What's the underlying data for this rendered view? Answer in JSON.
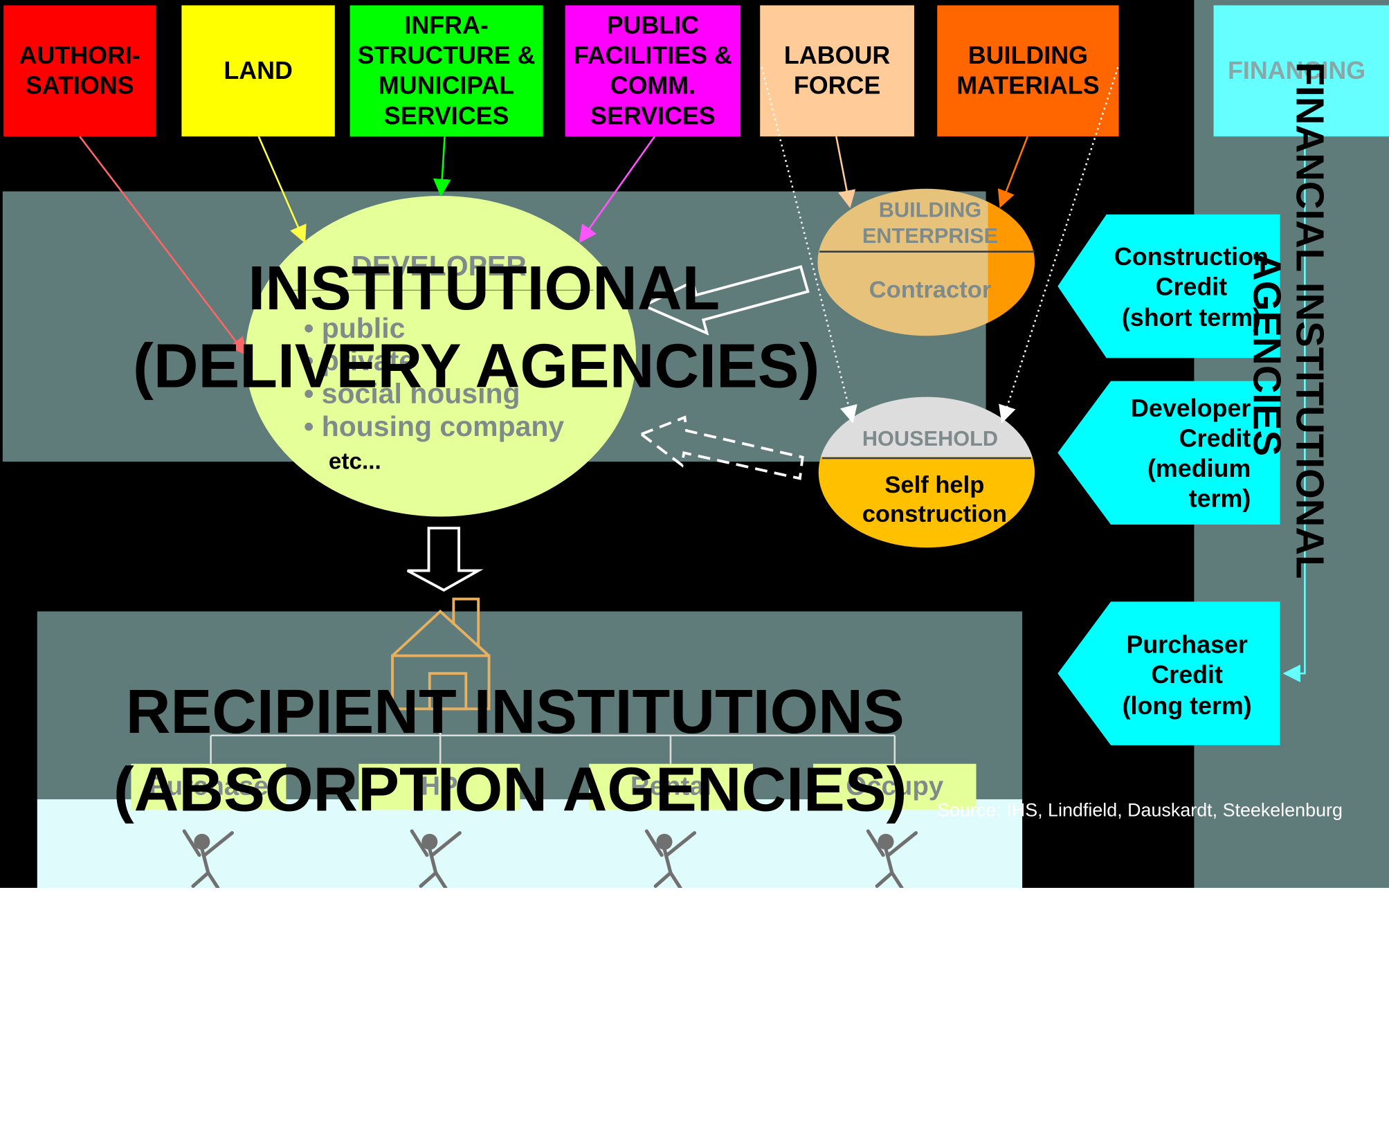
{
  "top_boxes": {
    "authorisations": "AUTHORI-\nSATIONS",
    "land": "LAND",
    "infrastructure": "INFRA-\nSTRUCTURE &\nMUNICIPAL\nSERVICES",
    "public_facilities": "PUBLIC\nFACILITIES &\nCOMM.\nSERVICES",
    "labour_force": "LABOUR\nFORCE",
    "building_materials": "BUILDING\nMATERIALS",
    "financing": "FINANCING"
  },
  "institutional": {
    "title_line1": "INSTITUTIONAL",
    "title_line2": "(DELIVERY AGENCIES)"
  },
  "developer": {
    "title": "DEVELOPER",
    "items": [
      "• public",
      "• private",
      "• social housing",
      "• housing company",
      "etc..."
    ]
  },
  "building_enterprise": {
    "title": "BUILDING\nENTERPRISE",
    "sub": "Contractor"
  },
  "household": {
    "title": "HOUSEHOLD",
    "sub": "Self help\nconstruction"
  },
  "credits": {
    "construction": "Construction\nCredit\n(short term)",
    "developer": "Developer\nCredit\n(medium\nterm)",
    "purchaser": "Purchaser\nCredit\n(long term)"
  },
  "financial_agencies": {
    "line1": "FINANCIAL INSTITUTIONAL",
    "line2": "AGENCIES"
  },
  "recipient": {
    "title_line1": "RECIPIENT INSTITUTIONS",
    "title_line2": "(ABSORPTION AGENCIES)",
    "tenures": [
      "Purchase",
      "HP",
      "Rental",
      "Occupy"
    ]
  },
  "source": "Source: IHS, Lindfield, Dauskardt, Steekelenburg",
  "colors": {
    "authorisations": "#ff0000",
    "land": "#ffff00",
    "infrastructure": "#00ff00",
    "public_facilities": "#ff00ff",
    "labour_force": "#ffcc99",
    "building_materials": "#ff6600",
    "financing": "#66ffff",
    "credit": "#00ffff",
    "panel": "#5f7c7a",
    "ellipse": "#e5ff99"
  }
}
